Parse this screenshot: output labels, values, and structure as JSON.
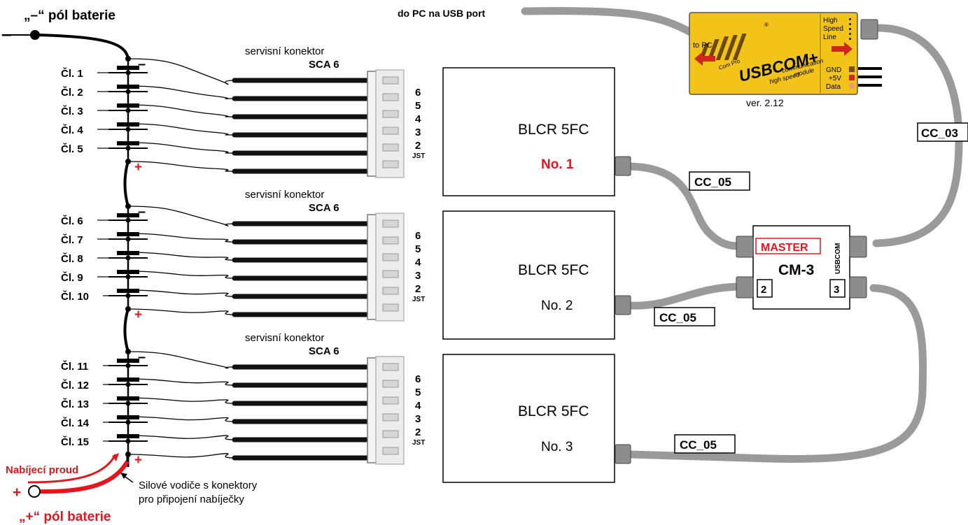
{
  "top": {
    "neg_pole": "„–“ pól baterie",
    "minus_sign": "–",
    "usb_label": "do PC na USB port"
  },
  "cells": [
    "Čl. 1",
    "Čl. 2",
    "Čl. 3",
    "Čl. 4",
    "Čl. 5",
    "Čl. 6",
    "Čl. 7",
    "Čl. 8",
    "Čl. 9",
    "Čl. 10",
    "Čl. 11",
    "Čl. 12",
    "Čl. 13",
    "Čl. 14",
    "Čl. 15"
  ],
  "group_signs": {
    "minus": "–",
    "plus": "+"
  },
  "connector": {
    "service": "servisní konektor",
    "sca": "SCA 6",
    "pins": [
      "6",
      "5",
      "4",
      "3",
      "2"
    ],
    "jst": "JST"
  },
  "blcr": [
    {
      "title": "BLCR 5FC",
      "number": "No. 1"
    },
    {
      "title": "BLCR 5FC",
      "number": "No. 2"
    },
    {
      "title": "BLCR 5FC",
      "number": "No. 3"
    }
  ],
  "usbcom": {
    "brand_small": "Com Pro",
    "name": "USBCOM+",
    "tagline1": "high speed",
    "tagline2": "communication",
    "tagline3": "module",
    "to_pc": "to PC",
    "high": "High",
    "speed": "Speed",
    "line": "Line",
    "gnd": "GND",
    "v5": "+5V",
    "data": "Data",
    "registered": "®",
    "version": "ver. 2.12"
  },
  "cm3": {
    "master": "MASTER",
    "name": "CM-3",
    "usbcom": "USBCOM",
    "port2": "2",
    "port3": "3"
  },
  "cables": {
    "cc03": "CC_03",
    "cc05a": "CC_05",
    "cc05b": "CC_05",
    "cc05c": "CC_05"
  },
  "bottom": {
    "charge_current": "Nabíjecí proud",
    "power_leads_1": "Silové vodiče s konektory",
    "power_leads_2": "pro připojení nabíječky",
    "pos_pole": "„+“ pól baterie",
    "plus_sign": "+"
  },
  "colors": {
    "accent_red": "#e8141c",
    "module_yellow": "#f2c318",
    "cable_gray": "#9a9a9a"
  }
}
